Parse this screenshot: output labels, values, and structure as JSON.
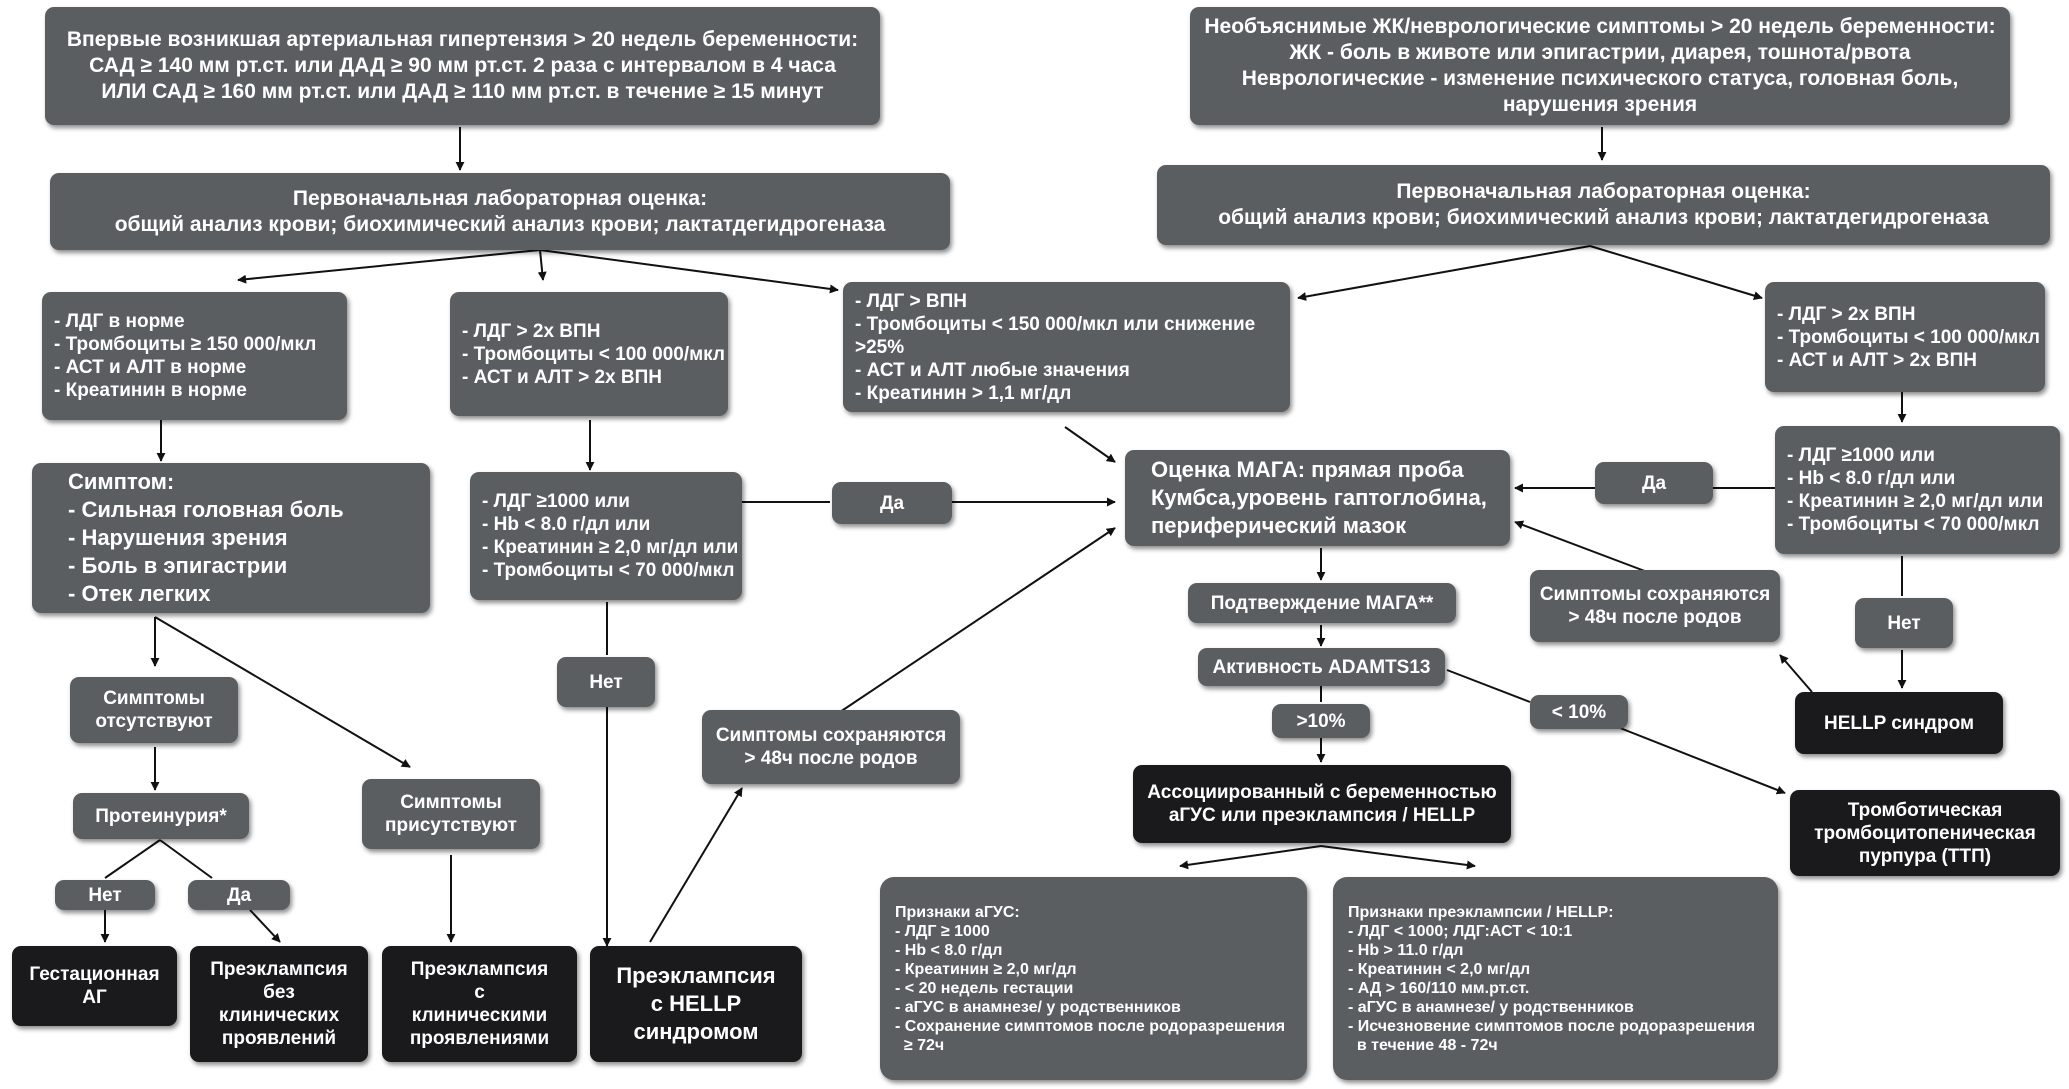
{
  "left": {
    "header": [
      "Впервые возникшая артериальная гипертензия > 20 недель беременности:",
      "САД ≥ 140 мм рт.ст. или ДАД ≥  90 мм рт.ст. 2 раза с интервалом в 4 часа",
      "ИЛИ САД ≥ 160 мм рт.ст. или ДАД ≥ 110 мм рт.ст. в течение ≥ 15 минут"
    ],
    "initial_lab": [
      "Первоначальная лабораторная оценка:",
      "общий анализ крови; биохимический анализ крови; лактатдегидрогеназа"
    ],
    "labs_normal": [
      "- ЛДГ в норме",
      "- Тромбоциты ≥ 150 000/мкл",
      "- АСТ и АЛТ в норме",
      "- Креатинин в норме"
    ],
    "labs_elevated": [
      "- ЛДГ > 2х ВПН",
      "- Тромбоциты < 100 000/мкл",
      "- АСТ и АЛТ > 2х ВПН"
    ],
    "symptoms": [
      "Симптом:",
      "- Сильная головная боль",
      "- Нарушения зрения",
      "- Боль в эпигастрии",
      "- Отек легких"
    ],
    "severe_criteria": [
      "- ЛДГ ≥1000 или",
      "- Hb < 8.0 г/дл или",
      "- Креатинин ≥ 2,0 мг/дл или",
      "- Тромбоциты < 70 000/мкл"
    ],
    "yes_label": "Да",
    "no_label_1": "Нет",
    "symptoms_absent": [
      "Симптомы",
      "отсутствуют"
    ],
    "symptoms_present": [
      "Симптомы",
      "присутствуют"
    ],
    "proteinuria": "Протеинурия*",
    "proteinuria_no": "Нет",
    "proteinuria_yes": "Да",
    "gestational_ag": [
      "Гестационная",
      "АГ"
    ],
    "preeclampsia_no_manif": [
      "Преэклампсия",
      "без",
      "клинических",
      "проявлений"
    ],
    "preeclampsia_with_manif": [
      "Преэклампсия",
      "с",
      "клиническими",
      "проявлениями"
    ],
    "preeclampsia_hellp": [
      "Преэклампсия",
      "с HELLP",
      "синдромом"
    ],
    "persist_postpartum": [
      "Симптомы сохраняются",
      "> 48ч после родов"
    ]
  },
  "center": {
    "labs_mixed": [
      "- ЛДГ > ВПН",
      "- Тромбоциты < 150 000/мкл или снижение",
      "  >25%",
      "- АСТ и АЛТ любые значения",
      "- Креатинин > 1,1 мг/дл"
    ],
    "maga_eval": [
      "Оценка МАГА: прямая проба",
      "Кумбса,уровень гаптоглобина,",
      "периферический мазок"
    ],
    "maga_confirm": "Подтверждение МАГА**",
    "adamts13": "Активность ADAMTS13",
    "gt10": ">10%",
    "lt10": "< 10%",
    "ahus_or_pe": [
      "Ассоциированный с беременностью",
      "аГУС или преэклампсия / HELLP"
    ],
    "ahus_signs": [
      "Признаки аГУС:",
      "- ЛДГ ≥ 1000",
      "- Hb < 8.0 г/дл",
      "- Креатинин ≥ 2,0 мг/дл",
      "- < 20 недель гестации",
      "- аГУС в анамнезе/ у родственников",
      "- Сохранение симптомов после родоразрешения",
      "  ≥ 72ч"
    ],
    "pe_signs": [
      "Признаки преэклампсии / HELLP:",
      "- ЛДГ < 1000; ЛДГ:АСТ <  10:1",
      "- Hb > 11.0 г/дл",
      "- Креатинин < 2,0 мг/дл",
      "- АД > 160/110 мм.рт.ст.",
      "- аГУС в анамнезе/ у родственников",
      "- Исчезновение симптомов после родоразрешения",
      "  в течение 48 - 72ч"
    ]
  },
  "right": {
    "header": [
      "Необъяснимые ЖК/неврологические симптомы > 20 недель беременности:",
      "ЖК - боль в животе или эпигастрии, диарея, тошнота/рвота",
      "Неврологические - изменение психического статуса, головная боль,",
      "нарушения зрения"
    ],
    "initial_lab": [
      "Первоначальная лабораторная оценка:",
      "общий анализ крови; биохимический анализ крови; лактатдегидрогеназа"
    ],
    "labs_elevated": [
      "- ЛДГ > 2х ВПН",
      "- Тромбоциты < 100 000/мкл",
      "- АСТ и АЛТ > 2х ВПН"
    ],
    "severe_criteria": [
      "- ЛДГ ≥1000 или",
      "- Hb < 8.0 г/дл или",
      "- Креатинин ≥ 2,0 мг/дл или",
      "- Тромбоциты < 70 000/мкл"
    ],
    "yes_label": "Да",
    "no_label": "Нет",
    "persist_postpartum": [
      "Симптомы сохраняются",
      "> 48ч после родов"
    ],
    "hellp": "HELLP синдром",
    "ttp": [
      "Тромботическая",
      "тромбоцитопеническая",
      "пурпура (ТТП)"
    ]
  },
  "colors": {
    "box": "#5b5e61",
    "terminal": "#1a1a1c",
    "line": "#111111"
  }
}
